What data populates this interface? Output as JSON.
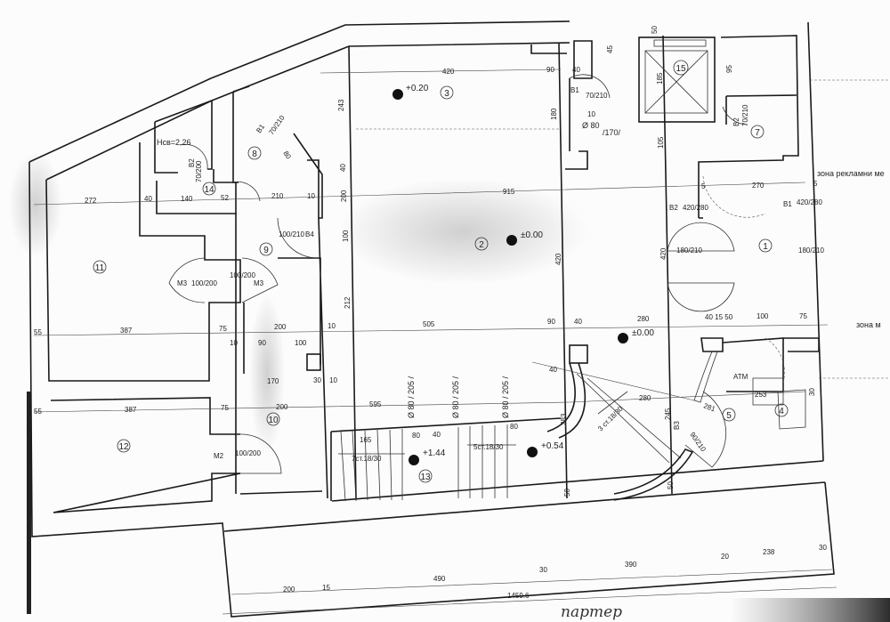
{
  "plan": {
    "rooms": [
      "1",
      "2",
      "3",
      "4",
      "5",
      "7",
      "8",
      "9",
      "10",
      "11",
      "12",
      "13",
      "14",
      "15"
    ],
    "elevations": [
      "+0.20",
      "±0.00",
      "±0.00",
      "+1.44",
      "+0.54"
    ],
    "annotations": {
      "wc_height": "Hсв=2.26",
      "ad_zone_1": "зона рекламни ме",
      "ad_zone_2": "зона м",
      "atm": "ATM",
      "pipe_1": "Ø 80",
      "pipe_1_level": "/170/",
      "pipe_2": "Ø 80 / 205 /",
      "pipe_3": "Ø 80 / 205 /",
      "pipe_4": "Ø 80 / 205 /",
      "stair_1": "7ст.18/30",
      "stair_2": "5ст.18/30",
      "stair_3": "3 ст.18/30",
      "total_length": "1459.6",
      "handwritten_note": "партер"
    },
    "doors": [
      {
        "code": "B1",
        "size": "70/210"
      },
      {
        "code": "B2",
        "size": "420/280"
      },
      {
        "code": "B1",
        "size": "420/280"
      },
      {
        "code": "B4",
        "size": "100/210"
      },
      {
        "code": "M3",
        "size": "100/200"
      },
      {
        "code": "M3",
        "size": "100/200"
      },
      {
        "code": "M2",
        "size": "100/200"
      },
      {
        "code": "B2",
        "size": "70/200"
      },
      {
        "code": "B1",
        "size": "70/210"
      },
      {
        "code": "B2",
        "size": "70/210"
      },
      {
        "code": "B3",
        "size": "90/210"
      }
    ],
    "dimensions": [
      "272",
      "40",
      "140",
      "52",
      "210",
      "10",
      "915",
      "420",
      "243",
      "40",
      "200",
      "100",
      "212",
      "270",
      "5",
      "5",
      "180/210",
      "180/210",
      "105",
      "185",
      "90",
      "40",
      "45",
      "50",
      "10",
      "180",
      "420",
      "420",
      "55",
      "387",
      "75",
      "10",
      "90",
      "100",
      "200",
      "10",
      "505",
      "90",
      "40",
      "280",
      "40 15 50",
      "100",
      "75",
      "170",
      "30",
      "10",
      "55",
      "387",
      "75",
      "200",
      "595",
      "165",
      "80",
      "40",
      "80",
      "253",
      "281",
      "30",
      "283",
      "245",
      "50",
      "50",
      "200",
      "15",
      "490",
      "30",
      "390",
      "20",
      "238",
      "30",
      "95",
      "40",
      "80",
      "280"
    ]
  }
}
